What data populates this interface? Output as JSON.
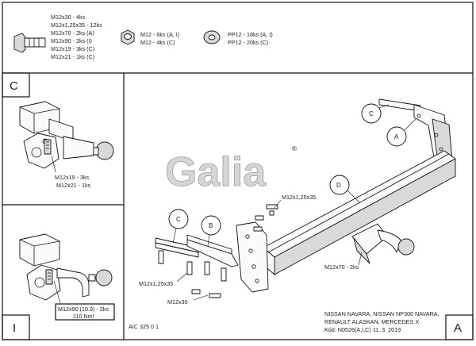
{
  "bolt_specs": [
    "M12x30 - 4ks",
    "M12x1,25x35 - 12ks",
    "M12x70 - 2ks (A)",
    "M12x90 - 2ks (I)",
    "M12x19 - 3ks (C)",
    "M12x21 - 1ks (C)"
  ],
  "nut_specs": [
    "M12 - 6ks (A, I)",
    "M12 - 4ks (C)"
  ],
  "washer_specs": [
    "PP12 - 18ks (A, I)",
    "PP12 - 20ks (C)"
  ],
  "panel_c": {
    "letter": "C",
    "callouts": [
      "M12x19 - 3ks",
      "M12x21 - 1ks"
    ]
  },
  "panel_i": {
    "letter": "I",
    "callouts": [
      "M12x90 (10.9) - 2ks",
      "110 Nm!"
    ]
  },
  "logo": {
    "text": "Galia",
    "mark": "®"
  },
  "main": {
    "bubbles": {
      "c_top": "C",
      "a": "A",
      "d": "D",
      "c": "C",
      "b": "B"
    },
    "callout_m12x125x35_top": "M12x1,25x35",
    "callout_m12x125x35_bottom": "M12x1,25x35",
    "callout_m12x30": "M12x30",
    "callout_m12x70": "M12x70 - 2ks"
  },
  "drawing_code": "AIC 325 0 1",
  "vehicle": [
    "NISSAN NAVARA, NISSAN NP300 NAVARA,",
    "RENAULT ALASKAN, MERCEDES X"
  ],
  "kod": "Kód: N0526(A,I,C)  11. 3. 2019",
  "version_letter": "A"
}
